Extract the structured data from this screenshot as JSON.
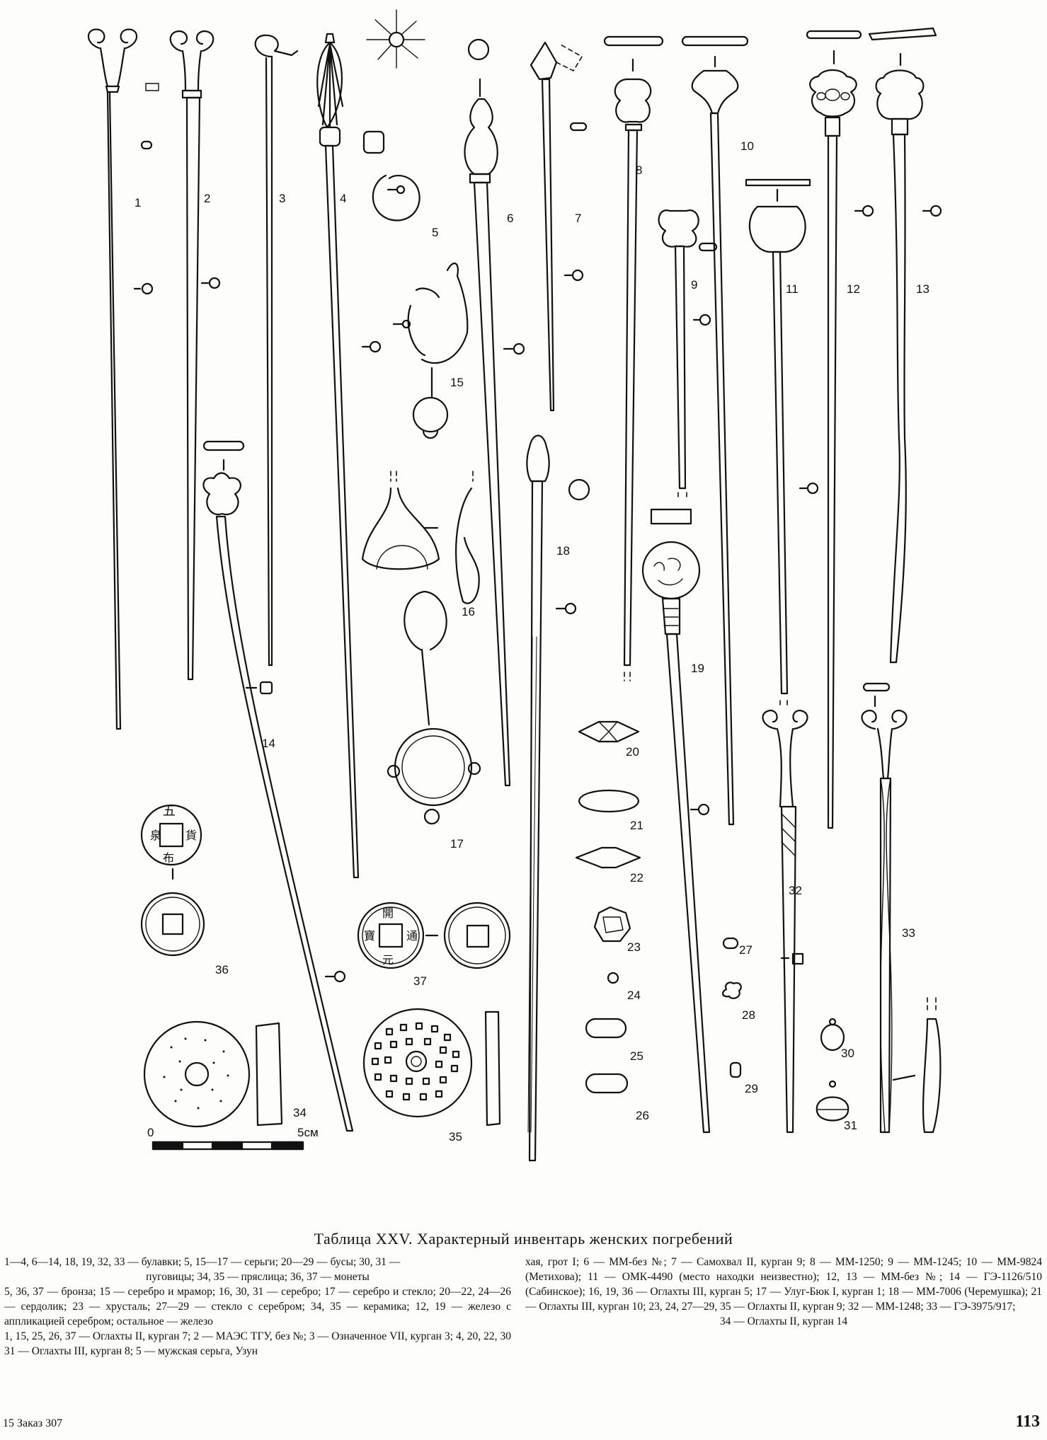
{
  "plate": {
    "title": "Таблица XXV. Характерный инвентарь женских погребений",
    "figure_labels": [
      "1",
      "2",
      "3",
      "4",
      "5",
      "6",
      "7",
      "8",
      "9",
      "10",
      "11",
      "12",
      "13",
      "14",
      "15",
      "16",
      "17",
      "18",
      "19",
      "20",
      "21",
      "22",
      "23",
      "24",
      "25",
      "26",
      "27",
      "28",
      "29",
      "30",
      "31",
      "32",
      "33",
      "34",
      "35",
      "36",
      "37"
    ],
    "scale": {
      "start": "0",
      "end": "5см"
    }
  },
  "caption": {
    "left": [
      "1—4, 6—14, 18, 19, 32, 33 — булавки; 5, 15—17 — серьги; 20—29 — бусы; 30, 31 —",
      "пуговицы; 34, 35 — пряслица; 36, 37 — монеты",
      "5, 36, 37 — бронза; 15 — серебро и мрамор; 16, 30, 31 — серебро; 17 — серебро и стекло; 20—22, 24—26 — сердолик; 23 — хрусталь; 27—29 — стекло с серебром; 34, 35 — керамика; 12, 19 — железо с аппликацией серебром; остальное — железо",
      "1, 15, 25, 26, 37 — Оглахты II, курган 7; 2 — МАЭС ТГУ, без №; 3 — Означенное VII, курган 3; 4, 20, 22, 30 31 — Оглахты III, курган 8; 5 — мужская серьга, Узун"
    ],
    "right": [
      "хая, грот I; 6 — ММ-без №; 7 — Самохвал II, курган 9; 8 — ММ-1250; 9 — ММ-1245; 10 — ММ-9824 (Метихова); 11 — ОМК-4490 (место находки неизвестно); 12, 13 — ММ-без №; 14 — ГЭ-1126/510 (Сабинское); 16, 19, 36 — Оглахты III, курган 5; 17 — Улуг-Бюк I, курган 1; 18 — ММ-7006 (Черемушка); 21 — Оглахты III, курган 10; 23, 24, 27—29, 35 — Оглахты II, курган 9; 32 — ММ-1248; 33 — ГЭ-3975/917;",
      "34 — Оглахты II, курган 14"
    ]
  },
  "footer": {
    "signature": "15 Заказ 307",
    "page_number": "113"
  }
}
